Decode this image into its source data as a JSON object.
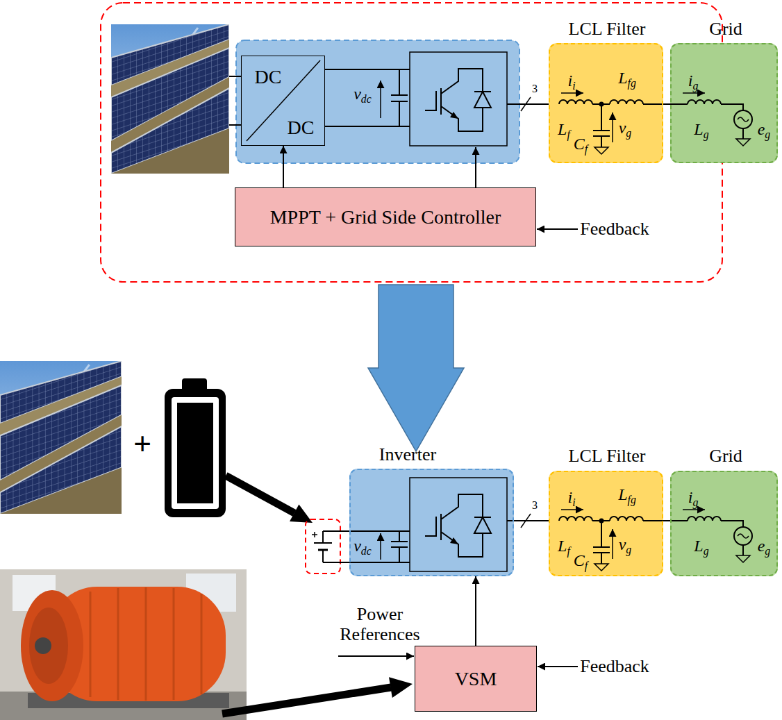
{
  "diagram": {
    "nodes": [
      {
        "text": [
          "DC",
          "DC"
        ]
      },
      {
        "text": [
          "LCL Filter"
        ]
      },
      {
        "text": [
          "Grid"
        ]
      },
      {
        "text": [
          "MPPT + Grid Side Controller"
        ]
      },
      {
        "text": [
          "Inverter"
        ]
      },
      {
        "text": [
          "LCL Filter"
        ]
      },
      {
        "text": [
          "Grid"
        ]
      },
      {
        "text": [
          "VSM"
        ]
      }
    ],
    "edges": [
      {
        "from": 3,
        "to": 0,
        "arrow": "to"
      },
      {
        "from": 7,
        "to": 4,
        "arrow": "to"
      }
    ],
    "labels": [
      "vdc",
      "3",
      "ii",
      "Lf",
      "Lfg",
      "Cf",
      "vg",
      "ig",
      "Lg",
      "eg",
      "Feedback",
      "+",
      "vdc",
      "3",
      "ii",
      "Lf",
      "Lfg",
      "Cf",
      "vg",
      "ig",
      "Lg",
      "eg",
      "Power References",
      "Feedback"
    ]
  }
}
